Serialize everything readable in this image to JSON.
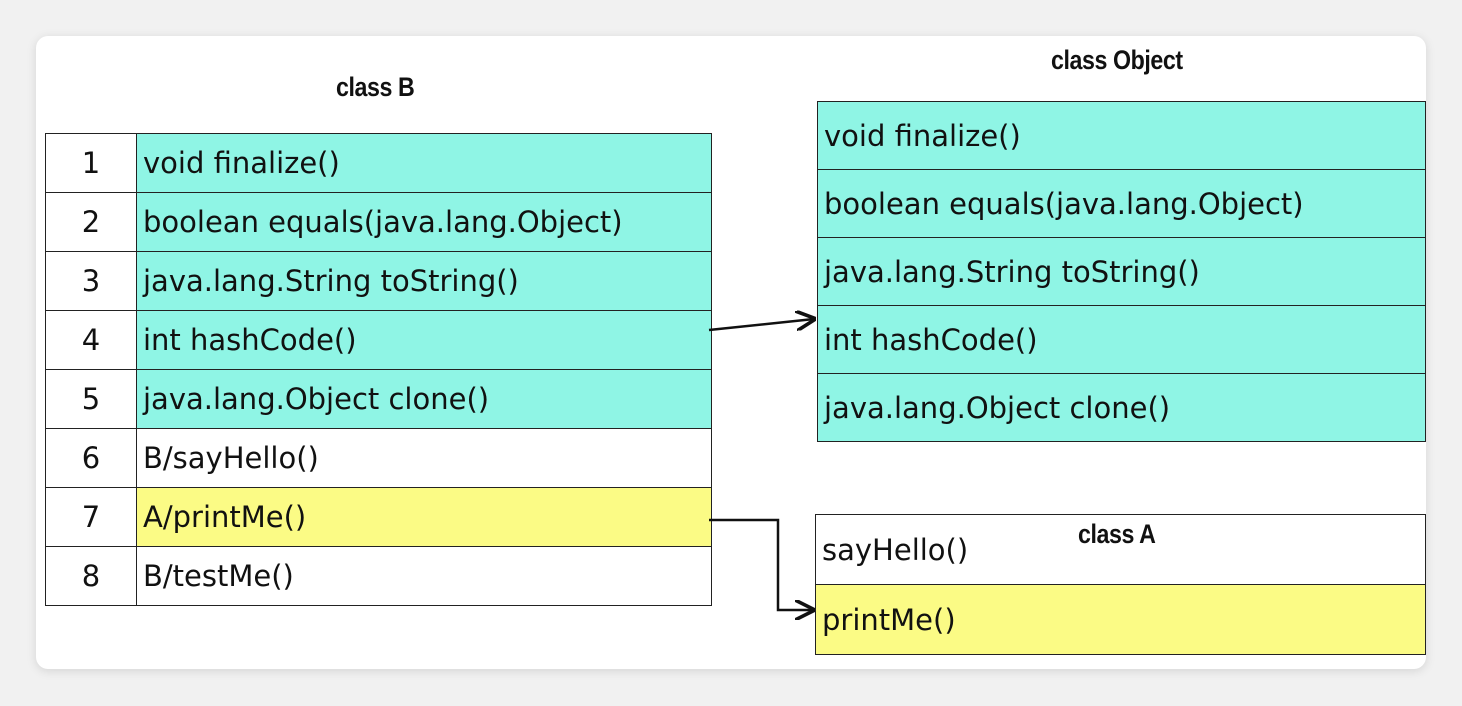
{
  "class_b": {
    "title": "class B",
    "rows": [
      {
        "index": "1",
        "method": "void finalize()",
        "highlight": "teal"
      },
      {
        "index": "2",
        "method": "boolean equals(java.lang.Object)",
        "highlight": "teal"
      },
      {
        "index": "3",
        "method": "java.lang.String toString()",
        "highlight": "teal"
      },
      {
        "index": "4",
        "method": "int hashCode()",
        "highlight": "teal"
      },
      {
        "index": "5",
        "method": "java.lang.Object clone()",
        "highlight": "teal"
      },
      {
        "index": "6",
        "method": "B/sayHello()",
        "highlight": "white"
      },
      {
        "index": "7",
        "method": "A/printMe()",
        "highlight": "yellow"
      },
      {
        "index": "8",
        "method": "B/testMe()",
        "highlight": "white"
      }
    ]
  },
  "class_object": {
    "title": "class Object",
    "rows": [
      {
        "method": "void finalize()"
      },
      {
        "method": "boolean equals(java.lang.Object)"
      },
      {
        "method": "java.lang.String toString()"
      },
      {
        "method": "int hashCode()"
      },
      {
        "method": "java.lang.Object clone()"
      }
    ]
  },
  "class_a": {
    "title": "class A",
    "rows": [
      {
        "method": "sayHello()",
        "highlight": "white"
      },
      {
        "method": "printMe()",
        "highlight": "yellow"
      }
    ]
  },
  "colors": {
    "inherited": "#8ff5e5",
    "overridden": "#fbfb85",
    "own": "#ffffff"
  }
}
